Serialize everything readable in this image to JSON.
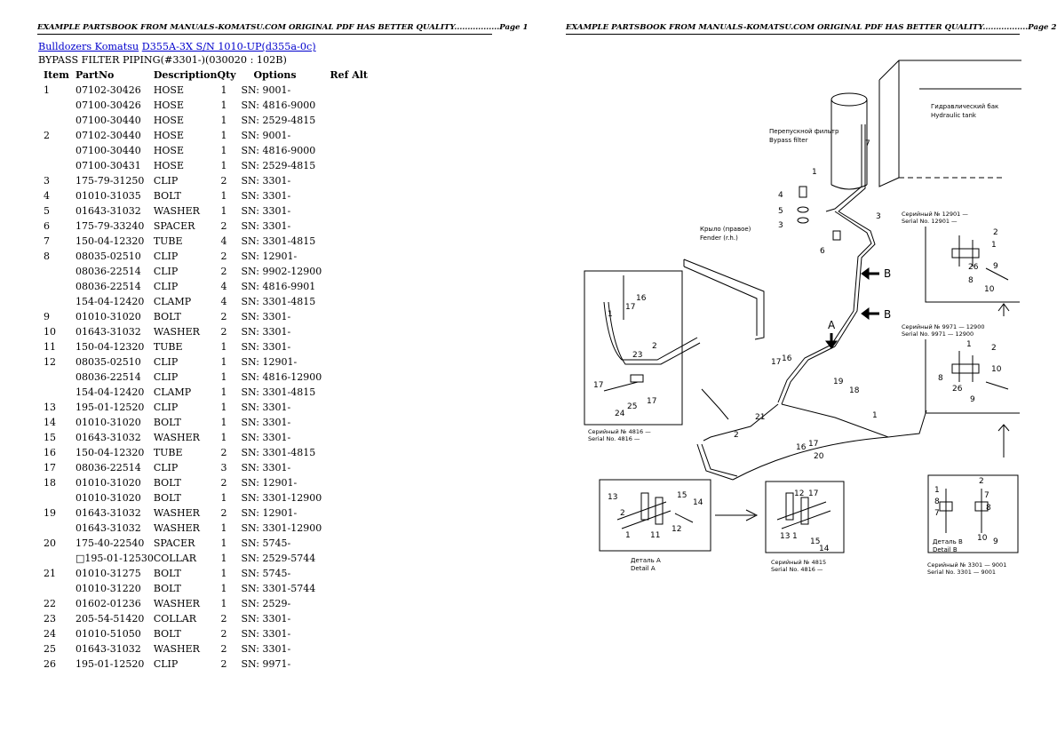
{
  "header": {
    "left": "EXAMPLE PARTSBOOK FROM MANUALS-KOMATSU.COM ORIGINAL PDF HAS BETTER QUALITY.................Page 1",
    "right": "EXAMPLE PARTSBOOK FROM MANUALS-KOMATSU.COM ORIGINAL PDF HAS BETTER QUALITY.................Page 2"
  },
  "breadcrumb": {
    "link1": "Bulldozers Komatsu",
    "link2": "D355A-3X S/N 1010-UP(d355a-0c)"
  },
  "subtitle": "BYPASS FILTER PIPING(#3301-)(030020 : 102B)",
  "table": {
    "headers": [
      "Item",
      "PartNo",
      "Description",
      "Qty",
      "Options",
      "Ref Alt"
    ],
    "rows": [
      [
        "1",
        "07102-30426",
        "HOSE",
        "1",
        "SN: 9001-"
      ],
      [
        "",
        "07100-30426",
        "HOSE",
        "1",
        "SN: 4816-9000"
      ],
      [
        "",
        "07100-30440",
        "HOSE",
        "1",
        "SN: 2529-4815"
      ],
      [
        "2",
        "07102-30440",
        "HOSE",
        "1",
        "SN: 9001-"
      ],
      [
        "",
        "07100-30440",
        "HOSE",
        "1",
        "SN: 4816-9000"
      ],
      [
        "",
        "07100-30431",
        "HOSE",
        "1",
        "SN: 2529-4815"
      ],
      [
        "3",
        "175-79-31250",
        "CLIP",
        "2",
        "SN: 3301-"
      ],
      [
        "4",
        "01010-31035",
        "BOLT",
        "1",
        "SN: 3301-"
      ],
      [
        "5",
        "01643-31032",
        "WASHER",
        "1",
        "SN: 3301-"
      ],
      [
        "6",
        "175-79-33240",
        "SPACER",
        "2",
        "SN: 3301-"
      ],
      [
        "7",
        "150-04-12320",
        "TUBE",
        "4",
        "SN: 3301-4815"
      ],
      [
        "8",
        "08035-02510",
        "CLIP",
        "2",
        "SN: 12901-"
      ],
      [
        "",
        "08036-22514",
        "CLIP",
        "2",
        "SN: 9902-12900"
      ],
      [
        "",
        "08036-22514",
        "CLIP",
        "4",
        "SN: 4816-9901"
      ],
      [
        "",
        "154-04-12420",
        "CLAMP",
        "4",
        "SN: 3301-4815"
      ],
      [
        "9",
        "01010-31020",
        "BOLT",
        "2",
        "SN: 3301-"
      ],
      [
        "10",
        "01643-31032",
        "WASHER",
        "2",
        "SN: 3301-"
      ],
      [
        "11",
        "150-04-12320",
        "TUBE",
        "1",
        "SN: 3301-"
      ],
      [
        "12",
        "08035-02510",
        "CLIP",
        "1",
        "SN: 12901-"
      ],
      [
        "",
        "08036-22514",
        "CLIP",
        "1",
        "SN: 4816-12900"
      ],
      [
        "",
        "154-04-12420",
        "CLAMP",
        "1",
        "SN: 3301-4815"
      ],
      [
        "13",
        "195-01-12520",
        "CLIP",
        "1",
        "SN: 3301-"
      ],
      [
        "14",
        "01010-31020",
        "BOLT",
        "1",
        "SN: 3301-"
      ],
      [
        "15",
        "01643-31032",
        "WASHER",
        "1",
        "SN: 3301-"
      ],
      [
        "16",
        "150-04-12320",
        "TUBE",
        "2",
        "SN: 3301-4815"
      ],
      [
        "17",
        "08036-22514",
        "CLIP",
        "3",
        "SN: 3301-"
      ],
      [
        "18",
        "01010-31020",
        "BOLT",
        "2",
        "SN: 12901-"
      ],
      [
        "",
        "01010-31020",
        "BOLT",
        "1",
        "SN: 3301-12900"
      ],
      [
        "19",
        "01643-31032",
        "WASHER",
        "2",
        "SN: 12901-"
      ],
      [
        "",
        "01643-31032",
        "WASHER",
        "1",
        "SN: 3301-12900"
      ],
      [
        "20",
        "175-40-22540",
        "SPACER",
        "1",
        "SN: 5745-"
      ],
      [
        "",
        "□195-01-12530",
        "COLLAR",
        "1",
        "SN: 2529-5744"
      ],
      [
        "21",
        "01010-31275",
        "BOLT",
        "1",
        "SN: 5745-"
      ],
      [
        "",
        "01010-31220",
        "BOLT",
        "1",
        "SN: 3301-5744"
      ],
      [
        "22",
        "01602-01236",
        "WASHER",
        "1",
        "SN: 2529-"
      ],
      [
        "23",
        "205-54-51420",
        "COLLAR",
        "2",
        "SN: 3301-"
      ],
      [
        "24",
        "01010-51050",
        "BOLT",
        "2",
        "SN: 3301-"
      ],
      [
        "25",
        "01643-31032",
        "WASHER",
        "2",
        "SN: 3301-"
      ],
      [
        "26",
        "195-01-12520",
        "CLIP",
        "2",
        "SN: 9971-"
      ]
    ]
  },
  "diagram": {
    "tank_ru": "Гидравлический бак",
    "tank_en": "Hydraulic tank",
    "filter_ru": "Перепускной фильтр",
    "filter_en": "Bypass filter",
    "fender_ru": "Крыло (правое)",
    "fender_en": "Fender (r.h.)",
    "serial_12901_ru": "Серийный № 12901 —",
    "serial_12901_en": "Serial No. 12901 —",
    "serial_9971_ru": "Серийный № 9971 — 12900",
    "serial_9971_en": "Serial No. 9971 — 12900",
    "serial_4816_ru": "Серийный № 4816 —",
    "serial_4816_en": "Serial No. 4816 —",
    "serial_4815_ru": "Серийный № 4815",
    "serial_4815_en": "Serial No. 4816 —",
    "serial_3301_ru": "Серийный № 3301 — 9001",
    "serial_3301_en": "Serial No. 3301 — 9001",
    "detail_a_ru": "Деталь А",
    "detail_a_en": "Detail A",
    "detail_b_ru": "Деталь В",
    "detail_b_en": "Detail B",
    "letter_a": "A",
    "letter_b": "B"
  }
}
